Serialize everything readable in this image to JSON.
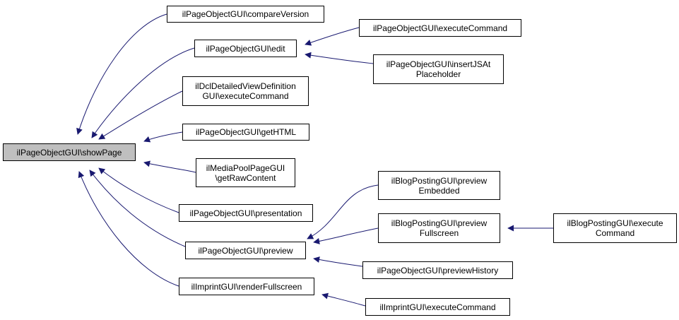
{
  "colors": {
    "edge": "#191970",
    "root_fill": "#bfbfbf",
    "node_fill": "#ffffff",
    "border": "#000000"
  },
  "nodes": {
    "root": {
      "lines": [
        "ilPageObjectGUI\\showPage"
      ]
    },
    "compareVersion": {
      "lines": [
        "ilPageObjectGUI\\compareVersion"
      ]
    },
    "edit": {
      "lines": [
        "ilPageObjectGUI\\edit"
      ]
    },
    "dclExecute": {
      "lines": [
        "ilDclDetailedViewDefinition",
        "GUI\\executeCommand"
      ]
    },
    "getHTML": {
      "lines": [
        "ilPageObjectGUI\\getHTML"
      ]
    },
    "mediaPool": {
      "lines": [
        "ilMediaPoolPageGUI",
        "\\getRawContent"
      ]
    },
    "presentation": {
      "lines": [
        "ilPageObjectGUI\\presentation"
      ]
    },
    "preview": {
      "lines": [
        "ilPageObjectGUI\\preview"
      ]
    },
    "imprintRender": {
      "lines": [
        "ilImprintGUI\\renderFullscreen"
      ]
    },
    "pageExecute": {
      "lines": [
        "ilPageObjectGUI\\executeCommand"
      ]
    },
    "insertJS": {
      "lines": [
        "ilPageObjectGUI\\insertJSAt",
        "Placeholder"
      ]
    },
    "blogEmbedded": {
      "lines": [
        "ilBlogPostingGUI\\preview",
        "Embedded"
      ]
    },
    "blogFullscreen": {
      "lines": [
        "ilBlogPostingGUI\\preview",
        "Fullscreen"
      ]
    },
    "previewHistory": {
      "lines": [
        "ilPageObjectGUI\\previewHistory"
      ]
    },
    "imprintExecute": {
      "lines": [
        "ilImprintGUI\\executeCommand"
      ]
    },
    "blogExecute": {
      "lines": [
        "ilBlogPostingGUI\\execute",
        "Command"
      ]
    }
  },
  "edges": [
    {
      "from": "compareVersion",
      "to": "root"
    },
    {
      "from": "edit",
      "to": "root"
    },
    {
      "from": "dclExecute",
      "to": "root"
    },
    {
      "from": "getHTML",
      "to": "root"
    },
    {
      "from": "mediaPool",
      "to": "root"
    },
    {
      "from": "presentation",
      "to": "root"
    },
    {
      "from": "preview",
      "to": "root"
    },
    {
      "from": "imprintRender",
      "to": "root"
    },
    {
      "from": "pageExecute",
      "to": "edit"
    },
    {
      "from": "insertJS",
      "to": "edit"
    },
    {
      "from": "blogEmbedded",
      "to": "preview"
    },
    {
      "from": "blogFullscreen",
      "to": "preview"
    },
    {
      "from": "previewHistory",
      "to": "preview"
    },
    {
      "from": "imprintExecute",
      "to": "imprintRender"
    },
    {
      "from": "blogExecute",
      "to": "blogFullscreen"
    }
  ]
}
